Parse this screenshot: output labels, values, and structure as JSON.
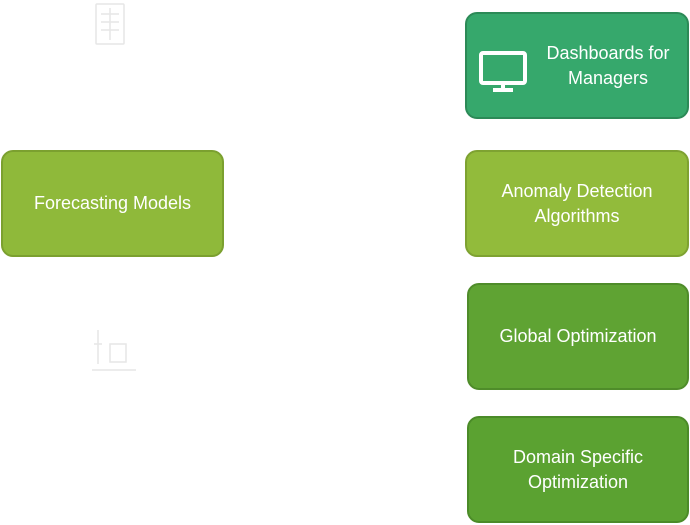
{
  "diagram": {
    "boxes": [
      {
        "id": "dashboards",
        "label": "Dashboards for\nManagers",
        "icon": "monitor-icon",
        "fill": "#36A86C",
        "border": "#2C8A57"
      },
      {
        "id": "forecasting",
        "label": "Forecasting Models",
        "fill": "#8FB93A",
        "border": "#7BA02F"
      },
      {
        "id": "anomaly",
        "label": "Anomaly Detection\nAlgorithms",
        "fill": "#92BB3B",
        "border": "#7EA231"
      },
      {
        "id": "global",
        "label": "Global Optimization",
        "fill": "#5FA333",
        "border": "#4F8C2A"
      },
      {
        "id": "domain",
        "label": "Domain Specific\nOptimization",
        "fill": "#5BA231",
        "border": "#4B8B28"
      }
    ],
    "faint_icons": [
      "document-icon",
      "chart-icon"
    ]
  }
}
